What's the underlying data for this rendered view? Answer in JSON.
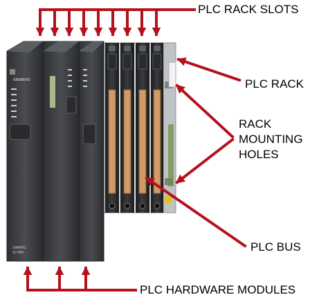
{
  "labels": {
    "rack_slots": "PLC RACK SLOTS",
    "rack": "PLC RACK",
    "mounting_holes": [
      "RACK",
      "MOUNTING",
      "HOLES"
    ],
    "bus": "PLC BUS",
    "hardware_modules": "PLC HARDWARE MODULES"
  },
  "device_markings": {
    "brand": "SIEMENS",
    "model_line1": "SIMATIC",
    "model_line2": "S7-400"
  },
  "colors": {
    "arrow": "#b3121c",
    "module_body": "#3e4043",
    "rack_metal": "#9fa4a8",
    "bus_connector": "#d19a66"
  }
}
